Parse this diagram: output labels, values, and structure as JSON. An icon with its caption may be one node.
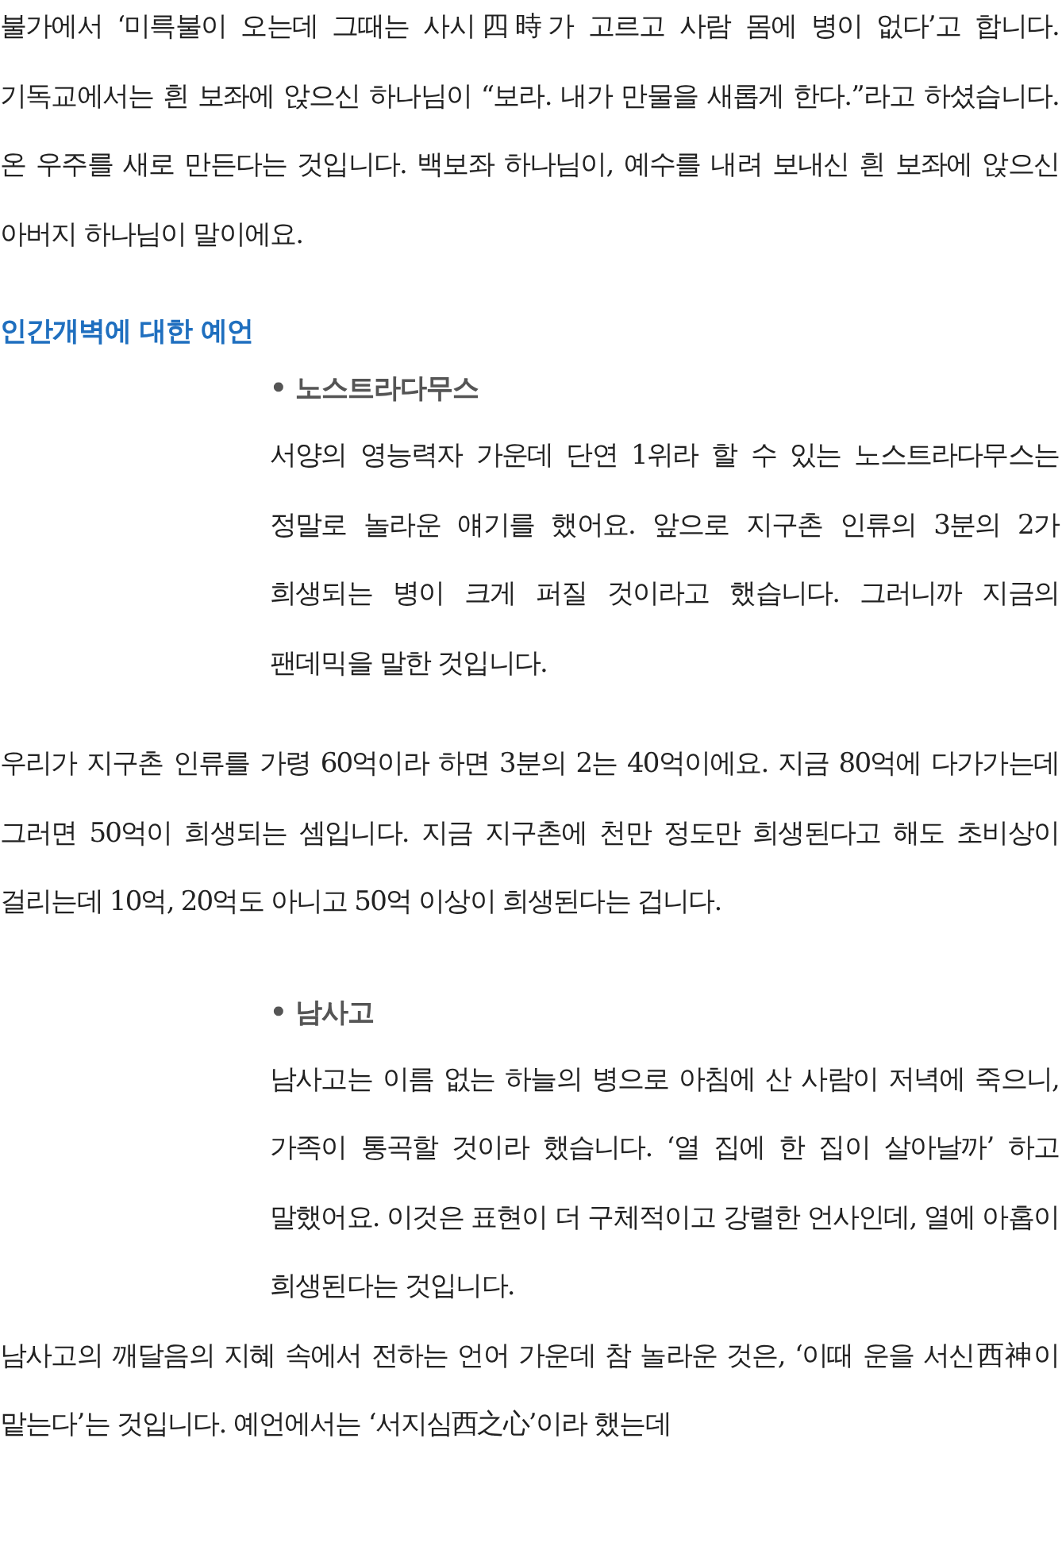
{
  "diagram": {
    "title": "인간개벽에 대한 예언",
    "labels": [
      "불가에서 ‘미륵불이 오는데 그때는 사시四時가 고르고 사람 몸에 병이 없다’고 합니다. 기독교에서는 흰 보좌에 앉으신 하나님이 “보라. 내가 만물을 새롭게 한다.”라고 하셨습니다. 온 우주를 새로 만든다는 것입니다. 백보좌 하나님이, 예수를 내려 보내신 흰 보좌에 앉으신 아버지 하나님이 말이에요.",
      "• 노스트라다무스",
      "서양의 영능력자 가운데 단연 1위라 할 수 있는 노스트라다무스는 정말로 놀라운 얘기를 했어요. 앞으로 지구촌 인류의 3분의 2가 희생되는 병이 크게 퍼질 것이라고 했습니다. 그러니까 지금의 팬데믹을 말한 것입니다.",
      "우리가 지구촌 인류를 가령 60억이라 하면 3분의 2는 40억이에요. 지금 80억에 다가가는데 그러면 50억이 희생되는 셈입니다. 지금 지구촌에 천만 정도만 희생된다고 해도 초비상이 걸리는데 10억, 20억도 아니고 50억 이상이 희생된다는 겁니다.",
      "• 남사고",
      "남사고는 이름 없는 하늘의 병으로 아침에 산 사람이 저녁에 죽으니, 가족이 통곡할 것이라 했습니다. ‘열 집에 한 집이 살아날까’ 하고 말했어요. 이것은 표현이 더 구체적이고 강렬한 언사인데, 열에 아홉이 희생된다는 것입니다.",
      "남사고의 깨달음의 지혜 속에서 전하는 언어 가운데 참 놀라운 것은, ‘이때 운을 서신西神이 맡는다’는 것입니다. 예언에서는 ‘서지심西之心’이라 했는데"
    ]
  }
}
